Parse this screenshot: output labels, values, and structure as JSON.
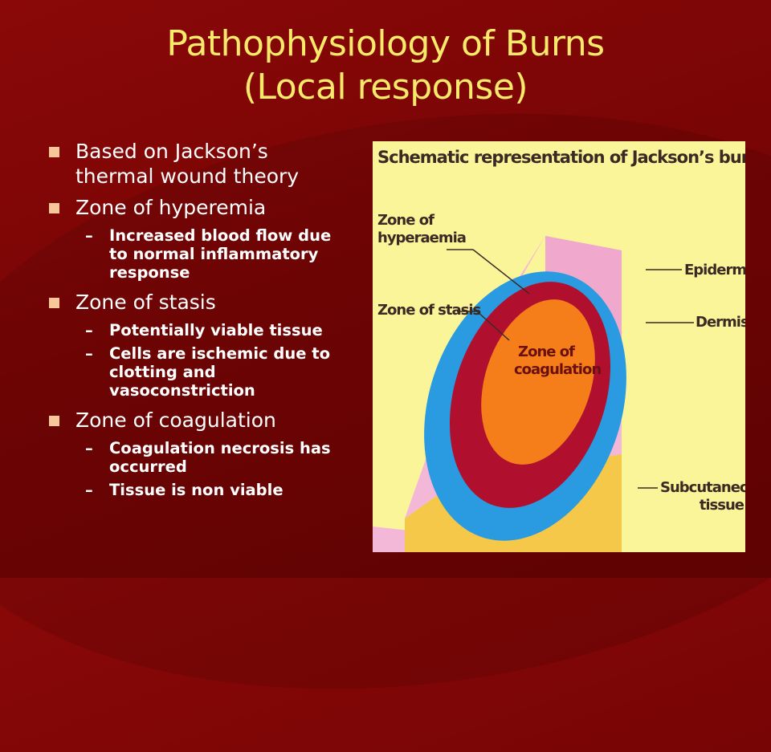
{
  "slide": {
    "title_line1": "Pathophysiology of Burns",
    "title_line2": "(Local response)"
  },
  "bullets": [
    {
      "text_l1": "Based on Jackson’s",
      "text_l2": "thermal wound theory",
      "subs": []
    },
    {
      "text_l1": "Zone of hyperemia",
      "subs": [
        {
          "lines": [
            "Increased blood flow due",
            "to normal inflammatory",
            "response"
          ]
        }
      ]
    },
    {
      "text_l1": "Zone of stasis",
      "subs": [
        {
          "lines": [
            "Potentially viable tissue"
          ]
        },
        {
          "lines": [
            "Cells are ischemic due to",
            "clotting and",
            "vasoconstriction"
          ]
        }
      ]
    },
    {
      "text_l1": "Zone of coagulation",
      "subs": [
        {
          "lines": [
            "Coagulation necrosis has",
            "occurred"
          ]
        },
        {
          "lines": [
            "Tissue is non viable"
          ]
        }
      ]
    }
  ],
  "figure": {
    "title": "Schematic representation of Jackson’s burn model",
    "label_hyperaemia_1": "Zone of",
    "label_hyperaemia_2": "hyperaemia",
    "label_stasis": "Zone of stasis",
    "label_coag_1": "Zone of",
    "label_coag_2": "coagulation",
    "label_epidermis": "Epidermis",
    "label_dermis": "Dermis",
    "label_subcut_1": "Subcutaneous",
    "label_subcut_2": "tissue",
    "colors": {
      "hyperaemia": "#2a9be0",
      "stasis": "#b0102e",
      "coagulation": "#f57e1a",
      "epidermis": "#f3b8d8",
      "dermis_band": "#c8397a",
      "subcutaneous": "#f5c84a",
      "background": "#fbf59a"
    }
  }
}
